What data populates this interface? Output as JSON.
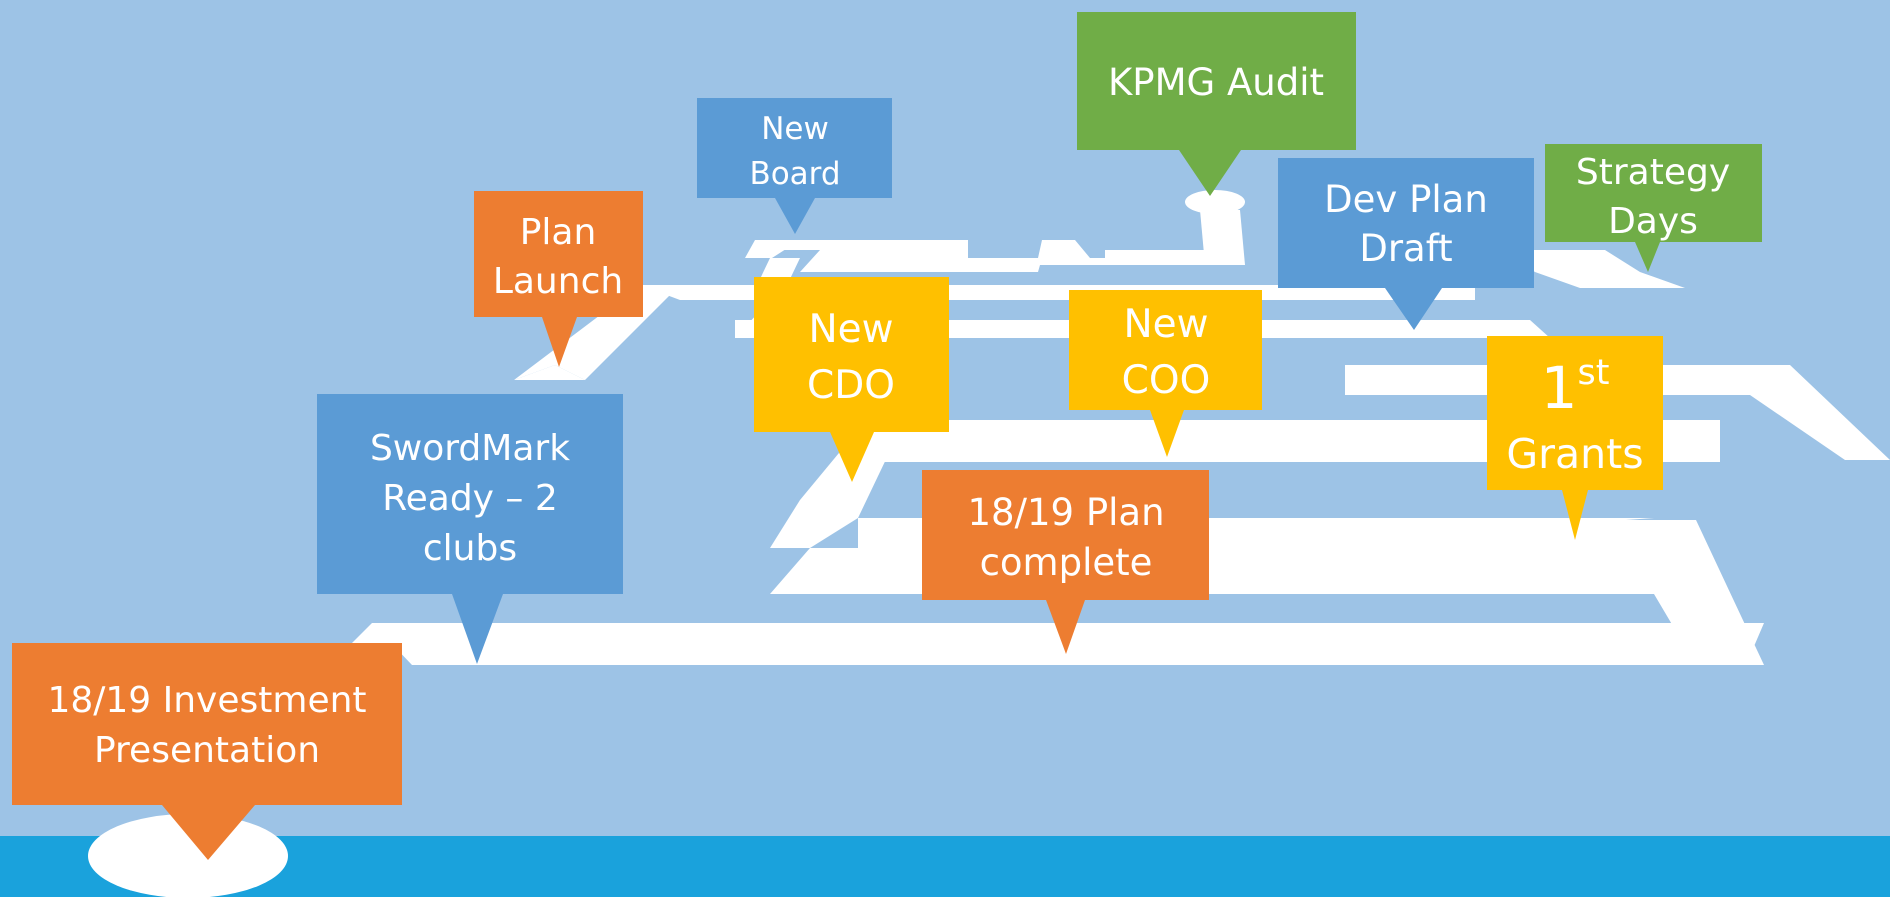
{
  "colors": {
    "background": "#9dc3e6",
    "path": "#ffffff",
    "bottom_band": "#1aa2dc",
    "orange": "#ed7d31",
    "blue": "#5b9bd5",
    "yellow": "#ffc000",
    "green": "#70ad47"
  },
  "milestones": {
    "investment_presentation": {
      "line1": "18/19 Investment",
      "line2": "Presentation",
      "color": "#ed7d31"
    },
    "swordmark_ready": {
      "line1": "SwordMark",
      "line2": "Ready – 2",
      "line3": "clubs",
      "color": "#5b9bd5"
    },
    "plan_launch": {
      "line1": "Plan",
      "line2": "Launch",
      "color": "#ed7d31"
    },
    "new_board": {
      "line1": "New",
      "line2": "Board",
      "color": "#5b9bd5"
    },
    "new_cdo": {
      "line1": "New",
      "line2": "CDO",
      "color": "#ffc000"
    },
    "kpmg_audit": {
      "line1": "KPMG Audit",
      "color": "#70ad47"
    },
    "new_coo": {
      "line1": "New",
      "line2": "COO",
      "color": "#ffc000"
    },
    "plan_complete": {
      "line1": "18/19 Plan",
      "line2": "complete",
      "color": "#ed7d31"
    },
    "dev_plan_draft": {
      "line1": "Dev Plan",
      "line2": "Draft",
      "color": "#5b9bd5"
    },
    "strategy_days": {
      "line1": "Strategy",
      "line2": "Days",
      "color": "#70ad47"
    },
    "first_grants": {
      "number": "1",
      "suffix": "st",
      "line2": "Grants",
      "color": "#ffc000"
    }
  }
}
